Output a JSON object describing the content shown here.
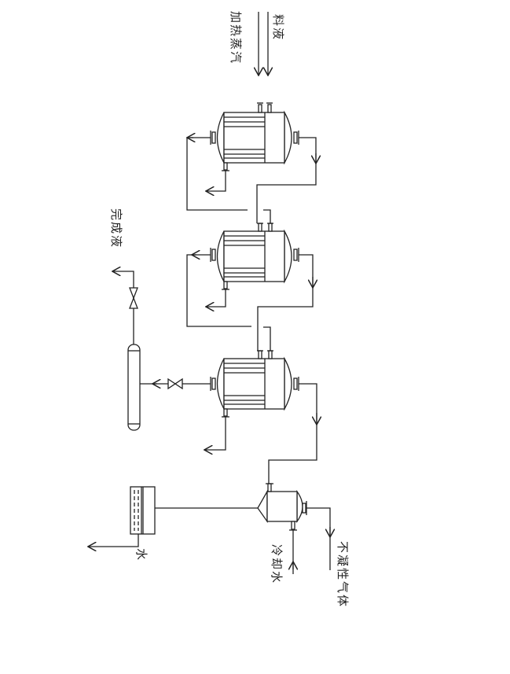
{
  "labels": {
    "feed": "料液",
    "heating_steam": "加热蒸汽",
    "product": "完成液",
    "noncondensable_gas": "不凝性气体",
    "cooling_water": "冷却水",
    "water": "水"
  },
  "colors": {
    "line": "#222222",
    "background": "#ffffff"
  }
}
